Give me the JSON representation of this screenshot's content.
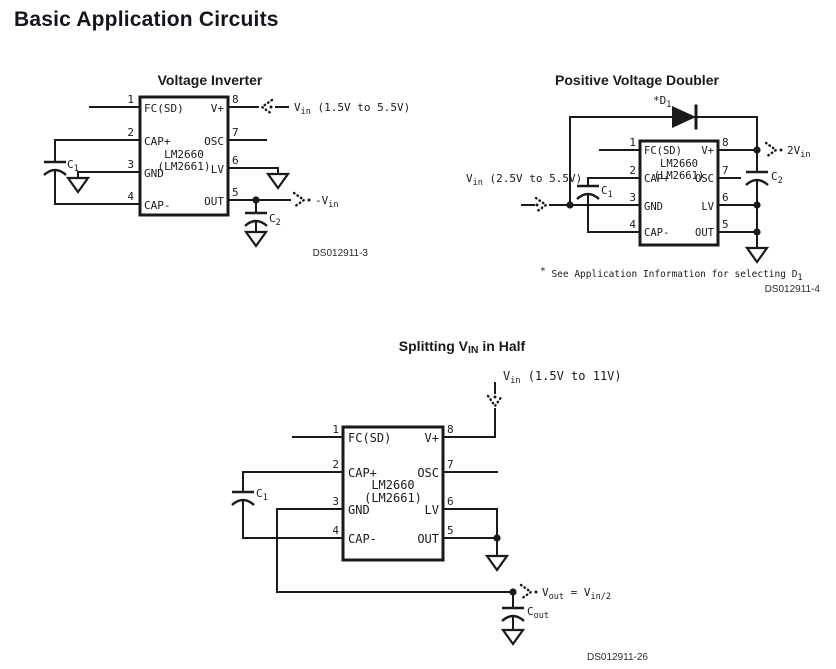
{
  "page": {
    "title": "Basic Application Circuits"
  },
  "chip": {
    "line1": "LM2660",
    "line2": "(LM2661)",
    "n1": "1",
    "n2": "2",
    "n3": "3",
    "n4": "4",
    "n5": "5",
    "n6": "6",
    "n7": "7",
    "n8": "8",
    "fcsd": "FC(SD)",
    "capp": "CAP+",
    "gnd": "GND",
    "capm": "CAP-",
    "out": "OUT",
    "lv": "LV",
    "osc": "OSC",
    "vp": "V+"
  },
  "inverter": {
    "title": "Voltage Inverter",
    "vin_base": "V",
    "vin_sub": "in",
    "vin_range": " (1.5V to 5.5V)",
    "vout_base": "-V",
    "vout_sub": "in",
    "c1_base": "C",
    "c1_sub": "1",
    "c2_base": "C",
    "c2_sub": "2",
    "ds": "DS012911-3"
  },
  "doubler": {
    "title": "Positive Voltage Doubler",
    "vin_base": "V",
    "vin_sub": "in",
    "vin_range": " (2.5V to 5.5V)",
    "vout_base": "2V",
    "vout_sub": "in",
    "d1_base": "*D",
    "d1_sub": "1",
    "c1_base": "C",
    "c1_sub": "1",
    "c2_base": "C",
    "c2_sub": "2",
    "foot_star": "*",
    "foot_text": " See Application Information for selecting ",
    "foot_d": "D",
    "foot_d_sub": "1",
    "ds": "DS012911-4"
  },
  "splitter": {
    "title_pre": "Splitting V",
    "title_sub": "IN",
    "title_post": " in Half",
    "vin_base": "V",
    "vin_sub": "in",
    "vin_range": " (1.5V to 11V)",
    "vout_v": "V",
    "vout_sub": "out",
    "vout_mid": " = V",
    "vout_sub2": "in/2",
    "c1_base": "C",
    "c1_sub": "1",
    "cout_base": "C",
    "cout_sub": "out",
    "ds": "DS012911-26"
  }
}
